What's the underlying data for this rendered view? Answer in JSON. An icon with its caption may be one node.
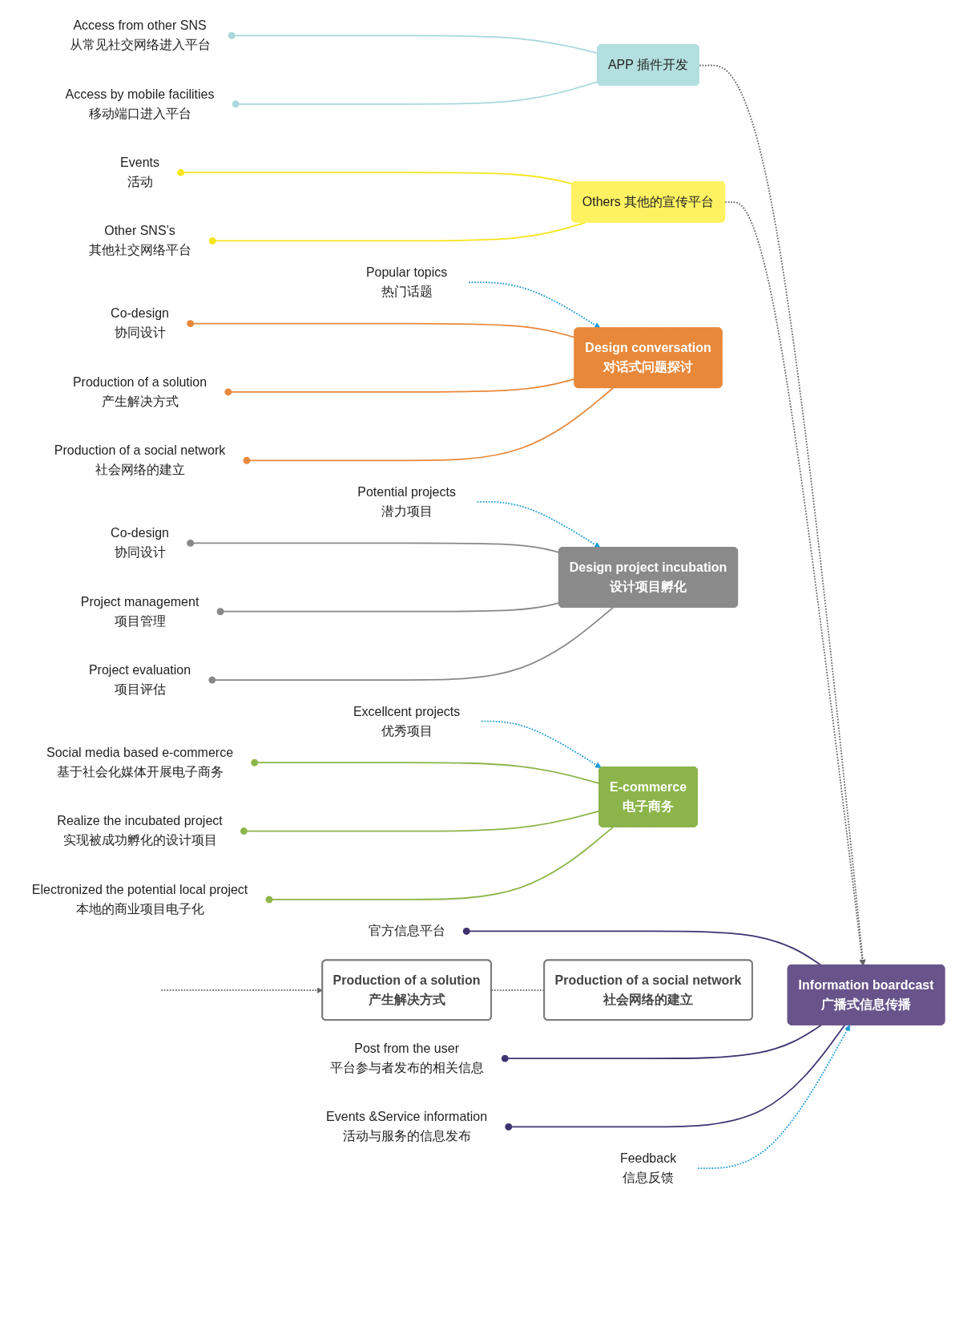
{
  "diagram": {
    "nodes": [
      {
        "text": [
          "APP 插件开发"
        ]
      },
      {
        "text": [
          "Access from other SNS",
          "从常见社交网络进入平台"
        ]
      },
      {
        "text": [
          "Access by mobile facilities",
          "移动端口进入平台"
        ]
      },
      {
        "text": [
          "Others 其他的宣传平台"
        ]
      },
      {
        "text": [
          "Events",
          "活动"
        ]
      },
      {
        "text": [
          "Other SNS’s",
          "其他社交网络平台"
        ]
      },
      {
        "text": [
          "Information boardcast",
          "广播式信息传播"
        ]
      },
      {
        "text": [
          "官方信息平台"
        ]
      },
      {
        "text": [
          "Post from the user",
          "平台参与者发布的相关信息"
        ]
      },
      {
        "text": [
          "Events &Service information",
          "活动与服务的信息发布"
        ]
      },
      {
        "text": [
          "Popular topics",
          "热门话题"
        ]
      },
      {
        "text": [
          "Design conversation",
          "对话式问题探讨"
        ]
      },
      {
        "text": [
          "Co-design",
          "协同设计"
        ]
      },
      {
        "text": [
          "Production of a solution",
          "产生解决方式"
        ]
      },
      {
        "text": [
          "Production of a social network",
          "社会网络的建立"
        ]
      },
      {
        "text": [
          "Potential projects",
          "潜力项目"
        ]
      },
      {
        "text": [
          "Design project incubation",
          "设计项目孵化"
        ]
      },
      {
        "text": [
          "Co-design",
          "协同设计"
        ]
      },
      {
        "text": [
          "Project management",
          "项目管理"
        ]
      },
      {
        "text": [
          "Project evaluation",
          "项目评估"
        ]
      },
      {
        "text": [
          "Excellcent projects",
          "优秀项目"
        ]
      },
      {
        "text": [
          "E-commerce",
          "电子商务"
        ]
      },
      {
        "text": [
          "Social media based e-commerce",
          "基于社会化媒体开展电子商务"
        ]
      },
      {
        "text": [
          "Realize the incubated project",
          "实现被成功孵化的设计项目"
        ]
      },
      {
        "text": [
          "Electronized the potential local project",
          "本地的商业项目电子化"
        ]
      },
      {
        "text": [
          "Feedback",
          "信息反馈"
        ]
      },
      {
        "text": [
          "Production of a solution",
          "产生解决方式"
        ]
      },
      {
        "text": [
          "Production of a social network",
          "社会网络的建立"
        ]
      }
    ],
    "edges": [
      {
        "from": 1,
        "to": 0,
        "arrow": "other",
        "color": "#a8d8dc"
      },
      {
        "from": 2,
        "to": 0,
        "arrow": "other",
        "color": "#a8d8dc"
      },
      {
        "from": 4,
        "to": 3,
        "arrow": "other",
        "color": "#f5e51c"
      },
      {
        "from": 5,
        "to": 3,
        "arrow": "other",
        "color": "#f5e51c"
      },
      {
        "from": 0,
        "to": 6,
        "arrow": "to",
        "style": "dashed",
        "color": "#666666"
      },
      {
        "from": 3,
        "to": 6,
        "arrow": "to",
        "style": "dashed",
        "color": "#666666"
      },
      {
        "from": 7,
        "to": 6,
        "arrow": "other",
        "color": "#3f3270"
      },
      {
        "from": 8,
        "to": 6,
        "arrow": "other",
        "color": "#3f3270"
      },
      {
        "from": 9,
        "to": 6,
        "arrow": "other",
        "color": "#3f3270"
      },
      {
        "from": 10,
        "to": 11,
        "arrow": "to",
        "style": "dashed",
        "color": "#1a9bd7"
      },
      {
        "from": 12,
        "to": 11,
        "arrow": "other",
        "color": "#e8883a"
      },
      {
        "from": 13,
        "to": 11,
        "arrow": "other",
        "color": "#e8883a"
      },
      {
        "from": 14,
        "to": 11,
        "arrow": "other",
        "color": "#e8883a"
      },
      {
        "from": 15,
        "to": 16,
        "arrow": "to",
        "style": "dashed",
        "color": "#1a9bd7"
      },
      {
        "from": 17,
        "to": 16,
        "arrow": "other",
        "color": "#888888"
      },
      {
        "from": 18,
        "to": 16,
        "arrow": "other",
        "color": "#888888"
      },
      {
        "from": 19,
        "to": 16,
        "arrow": "other",
        "color": "#888888"
      },
      {
        "from": 20,
        "to": 21,
        "arrow": "to",
        "style": "dashed",
        "color": "#1a9bd7"
      },
      {
        "from": 22,
        "to": 21,
        "arrow": "other",
        "color": "#8bb54a"
      },
      {
        "from": 23,
        "to": 21,
        "arrow": "other",
        "color": "#8bb54a"
      },
      {
        "from": 24,
        "to": 21,
        "arrow": "other",
        "color": "#8bb54a"
      },
      {
        "from": 25,
        "to": 6,
        "arrow": "to",
        "style": "dashed",
        "color": "#1a9bd7"
      },
      {
        "from": null,
        "to": 26,
        "arrow": "to",
        "style": "dashed",
        "color": "#666666"
      },
      {
        "from": 26,
        "to": 27,
        "arrow": "none",
        "style": "dashed",
        "color": "#666666"
      }
    ]
  }
}
